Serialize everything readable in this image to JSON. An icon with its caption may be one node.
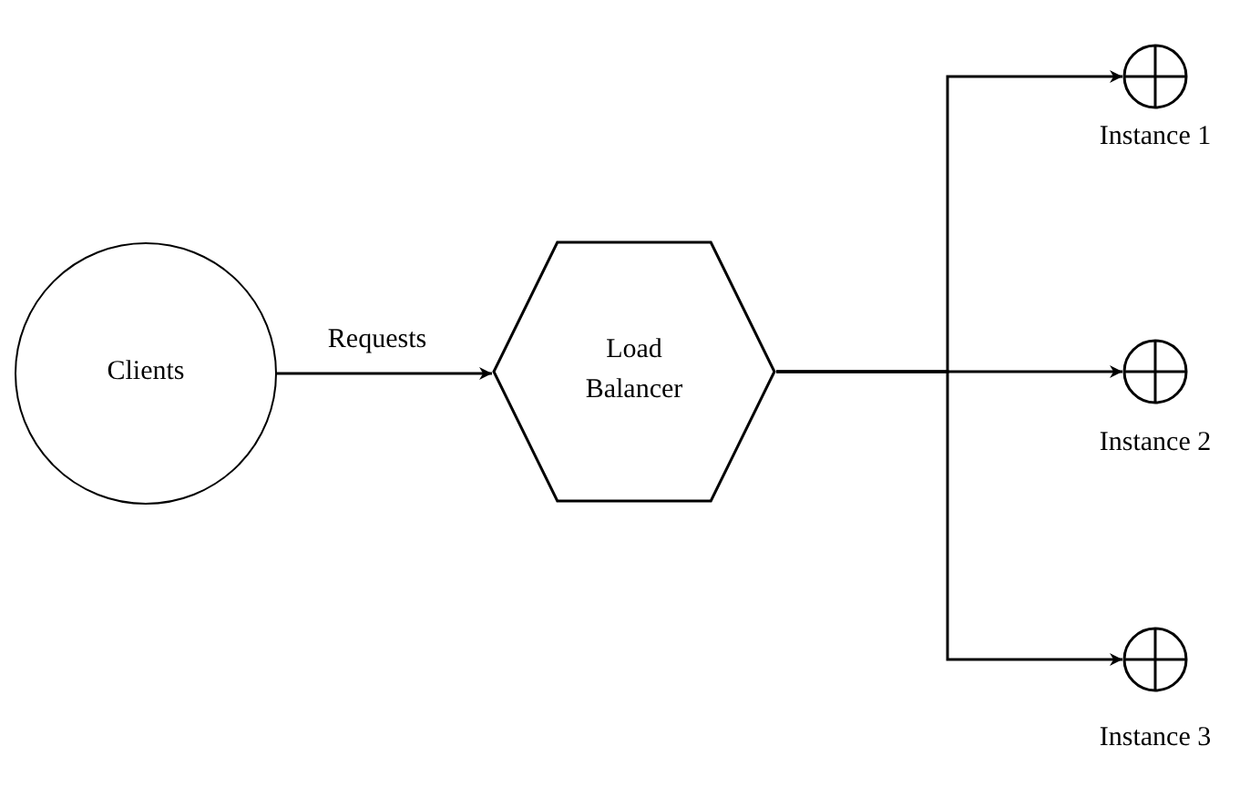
{
  "diagram": {
    "nodes": [
      {
        "text": [
          "Clients"
        ]
      },
      {
        "text": [
          "Load Balancer"
        ]
      },
      {
        "text": [],
        "shape": "circle",
        "beside": [
          "Instance 1"
        ]
      },
      {
        "text": [],
        "shape": "circle",
        "beside": [
          "Instance 2"
        ]
      },
      {
        "text": [],
        "shape": "circle",
        "beside": [
          "Instance 3"
        ]
      }
    ],
    "edges": [
      {
        "from": 0,
        "to": 1,
        "arrow": "to",
        "label": "Requests"
      },
      {
        "from": 1,
        "to": 2,
        "arrow": "to"
      },
      {
        "from": 1,
        "to": 3,
        "arrow": "to"
      },
      {
        "from": 1,
        "to": 4,
        "arrow": "to"
      }
    ]
  }
}
